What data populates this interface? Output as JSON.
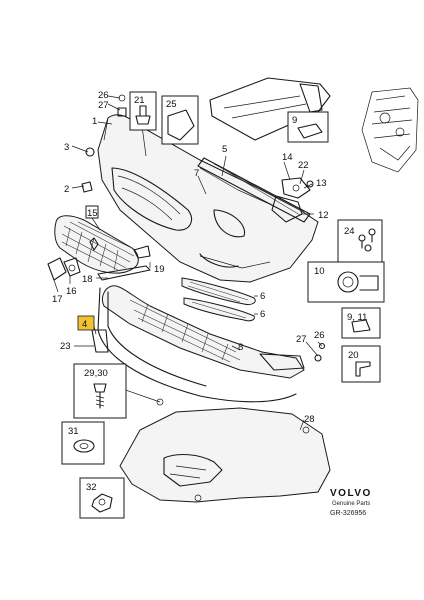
{
  "labels": {
    "l26a": "26",
    "l27a": "27",
    "l1": "1",
    "l3": "3",
    "l2": "2",
    "l21": "21",
    "l25": "25",
    "l9": "9",
    "l5": "5",
    "l14": "14",
    "l22": "22",
    "l7": "7",
    "l13": "13",
    "l12": "12",
    "l15": "15",
    "l24": "24",
    "l18": "18",
    "l19": "19",
    "l17": "17",
    "l16": "16",
    "l10": "10",
    "l6a": "6",
    "l6b": "6",
    "l4": "4",
    "l23": "23",
    "l911": "9, 11",
    "l27b": "27",
    "l26b": "26",
    "l8": "8",
    "l20": "20",
    "l2930": "29,30",
    "l28": "28",
    "l31": "31",
    "l32": "32"
  },
  "footer": {
    "brand": "VOLVO",
    "genuine": "Genuine Parts",
    "ref": "GR-326956"
  },
  "colors": {
    "highlight": "#f2c230",
    "ink": "#1a1a1a"
  }
}
